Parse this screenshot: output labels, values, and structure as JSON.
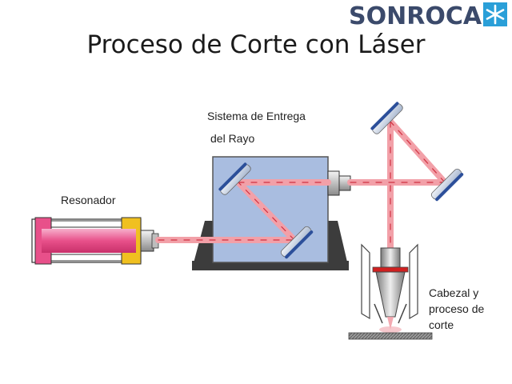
{
  "logo": {
    "text": "SONROCA",
    "mark": "snowflake-logo-icon"
  },
  "title": "Proceso de Corte con Láser",
  "labels": {
    "delivery_line1": "Sistema de Entrega",
    "delivery_line2": "del Rayo",
    "resonator": "Resonador",
    "head_line1": "Cabezal y",
    "head_line2": "proceso de",
    "head_line3": "corte"
  },
  "colors": {
    "logo": "#3b4a6b",
    "logo_mark": "#2a9fd8",
    "box": "#a9bde0",
    "box_border": "#555555",
    "base": "#3c3c3c",
    "beam": "#f2a0a8",
    "beam_dash": "#d03040",
    "resonator": "#e8508a",
    "resonator_end": "#f0c020",
    "mirror": "#c6d2e6",
    "mirror_edge": "#2c4f9a",
    "red_ring": "#d02020"
  }
}
